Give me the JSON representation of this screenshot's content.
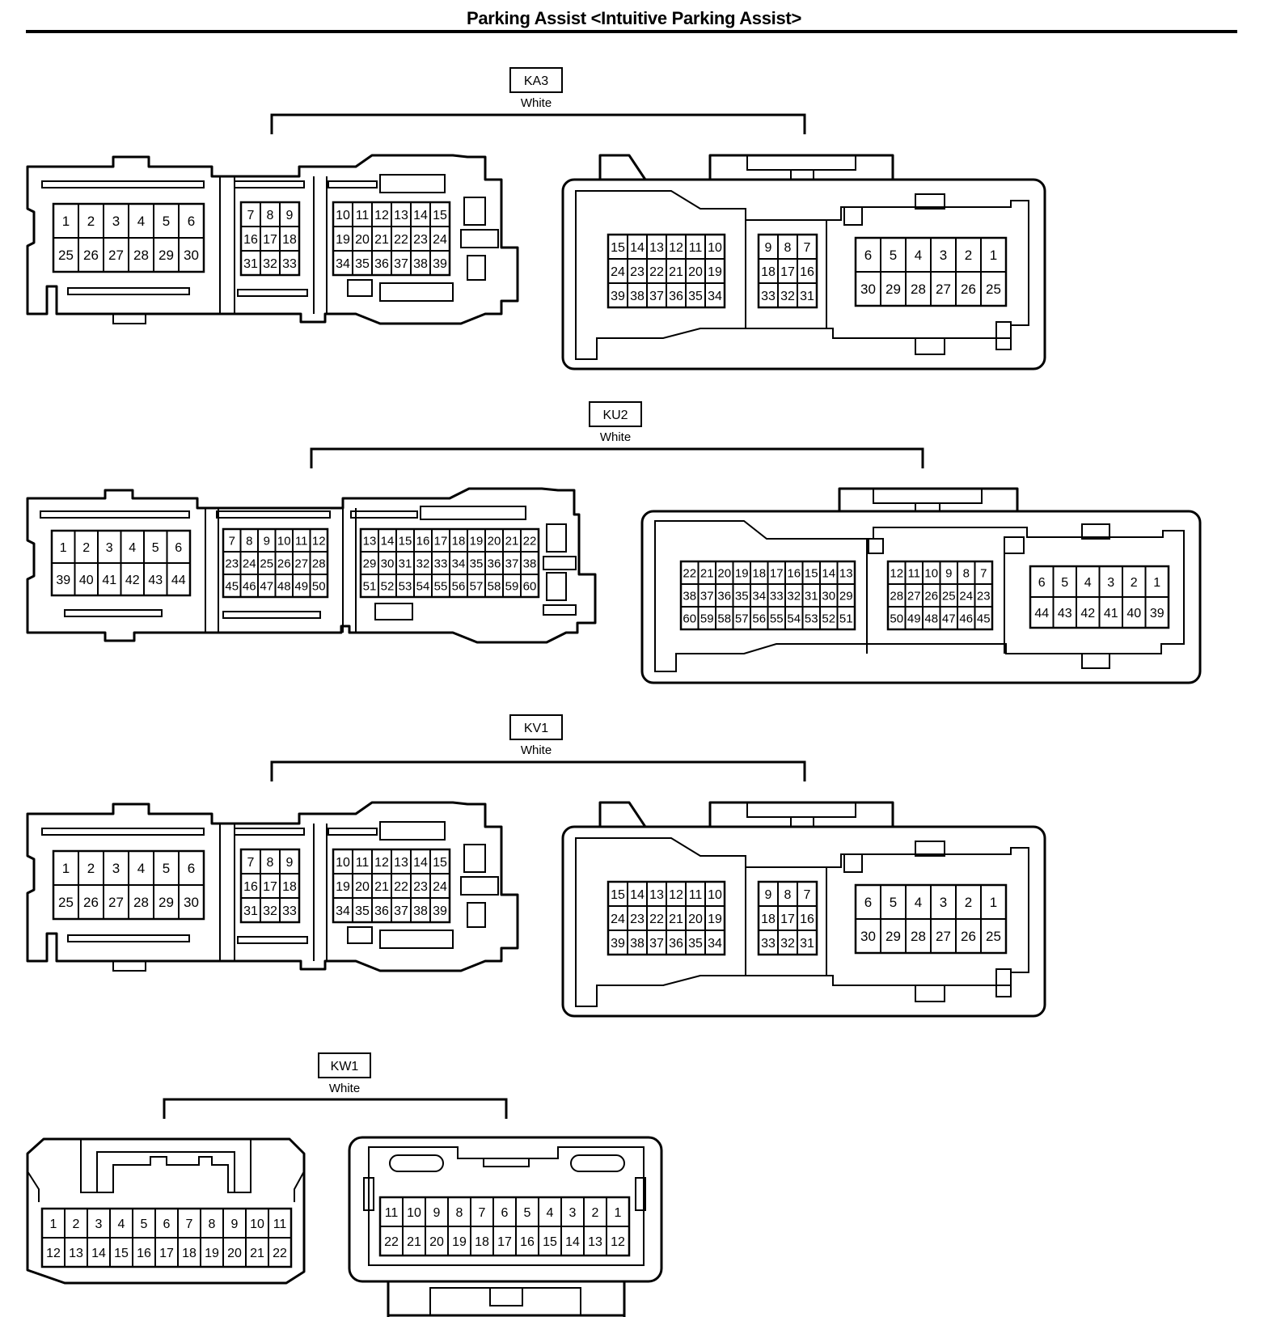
{
  "title": "Parking Assist <Intuitive Parking Assist>",
  "connectors": [
    {
      "code": "KA3",
      "color": "White",
      "type": "a",
      "left_blocks": [
        [
          [
            "1",
            "2",
            "3",
            "4",
            "5",
            "6"
          ],
          [
            "25",
            "26",
            "27",
            "28",
            "29",
            "30"
          ]
        ],
        [
          [
            "7",
            "8",
            "9"
          ],
          [
            "16",
            "17",
            "18"
          ],
          [
            "31",
            "32",
            "33"
          ]
        ],
        [
          [
            "10",
            "11",
            "12",
            "13",
            "14",
            "15"
          ],
          [
            "19",
            "20",
            "21",
            "22",
            "23",
            "24"
          ],
          [
            "34",
            "35",
            "36",
            "37",
            "38",
            "39"
          ]
        ]
      ],
      "right_blocks": [
        [
          [
            "15",
            "14",
            "13",
            "12",
            "11",
            "10"
          ],
          [
            "24",
            "23",
            "22",
            "21",
            "20",
            "19"
          ],
          [
            "39",
            "38",
            "37",
            "36",
            "35",
            "34"
          ]
        ],
        [
          [
            "9",
            "8",
            "7"
          ],
          [
            "18",
            "17",
            "16"
          ],
          [
            "33",
            "32",
            "31"
          ]
        ],
        [
          [
            "6",
            "5",
            "4",
            "3",
            "2",
            "1"
          ],
          [
            "30",
            "29",
            "28",
            "27",
            "26",
            "25"
          ]
        ]
      ]
    },
    {
      "code": "KU2",
      "color": "White",
      "type": "b",
      "left_blocks": [
        [
          [
            "1",
            "2",
            "3",
            "4",
            "5",
            "6"
          ],
          [
            "39",
            "40",
            "41",
            "42",
            "43",
            "44"
          ]
        ],
        [
          [
            "7",
            "8",
            "9",
            "10",
            "11",
            "12"
          ],
          [
            "23",
            "24",
            "25",
            "26",
            "27",
            "28"
          ],
          [
            "45",
            "46",
            "47",
            "48",
            "49",
            "50"
          ]
        ],
        [
          [
            "13",
            "14",
            "15",
            "16",
            "17",
            "18",
            "19",
            "20",
            "21",
            "22"
          ],
          [
            "29",
            "30",
            "31",
            "32",
            "33",
            "34",
            "35",
            "36",
            "37",
            "38"
          ],
          [
            "51",
            "52",
            "53",
            "54",
            "55",
            "56",
            "57",
            "58",
            "59",
            "60"
          ]
        ]
      ],
      "right_blocks": [
        [
          [
            "22",
            "21",
            "20",
            "19",
            "18",
            "17",
            "16",
            "15",
            "14",
            "13"
          ],
          [
            "38",
            "37",
            "36",
            "35",
            "34",
            "33",
            "32",
            "31",
            "30",
            "29"
          ],
          [
            "60",
            "59",
            "58",
            "57",
            "56",
            "55",
            "54",
            "53",
            "52",
            "51"
          ]
        ],
        [
          [
            "12",
            "11",
            "10",
            "9",
            "8",
            "7"
          ],
          [
            "28",
            "27",
            "26",
            "25",
            "24",
            "23"
          ],
          [
            "50",
            "49",
            "48",
            "47",
            "46",
            "45"
          ]
        ],
        [
          [
            "6",
            "5",
            "4",
            "3",
            "2",
            "1"
          ],
          [
            "44",
            "43",
            "42",
            "41",
            "40",
            "39"
          ]
        ]
      ]
    },
    {
      "code": "KV1",
      "color": "White",
      "type": "a",
      "left_blocks": [
        [
          [
            "1",
            "2",
            "3",
            "4",
            "5",
            "6"
          ],
          [
            "25",
            "26",
            "27",
            "28",
            "29",
            "30"
          ]
        ],
        [
          [
            "7",
            "8",
            "9"
          ],
          [
            "16",
            "17",
            "18"
          ],
          [
            "31",
            "32",
            "33"
          ]
        ],
        [
          [
            "10",
            "11",
            "12",
            "13",
            "14",
            "15"
          ],
          [
            "19",
            "20",
            "21",
            "22",
            "23",
            "24"
          ],
          [
            "34",
            "35",
            "36",
            "37",
            "38",
            "39"
          ]
        ]
      ],
      "right_blocks": [
        [
          [
            "15",
            "14",
            "13",
            "12",
            "11",
            "10"
          ],
          [
            "24",
            "23",
            "22",
            "21",
            "20",
            "19"
          ],
          [
            "39",
            "38",
            "37",
            "36",
            "35",
            "34"
          ]
        ],
        [
          [
            "9",
            "8",
            "7"
          ],
          [
            "18",
            "17",
            "16"
          ],
          [
            "33",
            "32",
            "31"
          ]
        ],
        [
          [
            "6",
            "5",
            "4",
            "3",
            "2",
            "1"
          ],
          [
            "30",
            "29",
            "28",
            "27",
            "26",
            "25"
          ]
        ]
      ]
    },
    {
      "code": "KW1",
      "color": "White",
      "type": "c",
      "left_blocks": [
        [
          [
            "1",
            "2",
            "3",
            "4",
            "5",
            "6",
            "7",
            "8",
            "9",
            "10",
            "11"
          ],
          [
            "12",
            "13",
            "14",
            "15",
            "16",
            "17",
            "18",
            "19",
            "20",
            "21",
            "22"
          ]
        ]
      ],
      "right_blocks": [
        [
          [
            "11",
            "10",
            "9",
            "8",
            "7",
            "6",
            "5",
            "4",
            "3",
            "2",
            "1"
          ],
          [
            "22",
            "21",
            "20",
            "19",
            "18",
            "17",
            "16",
            "15",
            "14",
            "13",
            "12"
          ]
        ]
      ]
    }
  ]
}
